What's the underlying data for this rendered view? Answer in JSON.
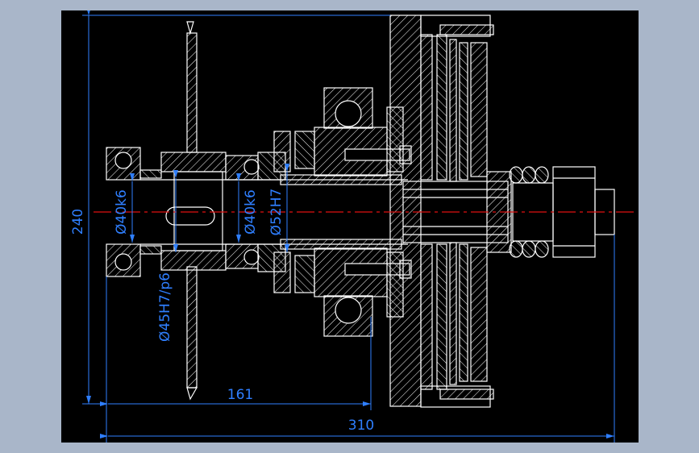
{
  "colors": {
    "background_outer": "#a9b6c9",
    "canvas": "#000000",
    "outline": "#ffffff",
    "dimension": "#2f7fff",
    "centerline": "#e01010"
  },
  "dimensions": {
    "height_total": "240",
    "length_161": "161",
    "length_310": "310",
    "bore_40k6_left": "Ø40k6",
    "fit_45": "Ø45H7/p6",
    "bore_40k6_mid": "Ø40k6",
    "bore_52": "Ø52H7"
  }
}
